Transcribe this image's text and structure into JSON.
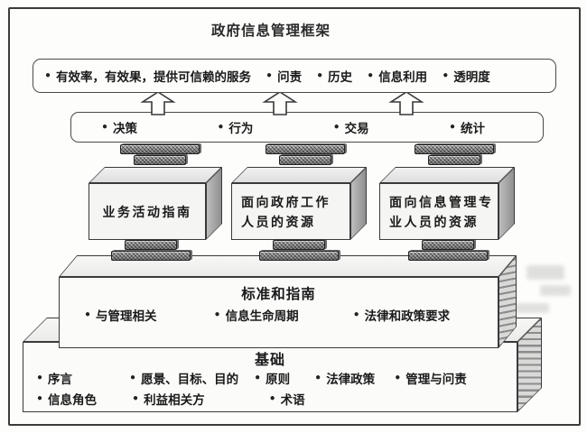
{
  "title": "政府信息管理框架",
  "bullet": "●",
  "outcomes": {
    "items": [
      "有效率，有效果，提供可信赖的服务",
      "问责",
      "历史",
      "信息利用",
      "透明度"
    ]
  },
  "activities": {
    "items": [
      "决策",
      "行为",
      "交易",
      "统计"
    ]
  },
  "boxes": [
    {
      "label": "业务活动指南",
      "lines": [
        "业务活动指南"
      ]
    },
    {
      "label": "面向政府工作人员的资源",
      "lines": [
        "面向政府工作",
        "人员的资源"
      ]
    },
    {
      "label": "面向信息管理专业人员的资源",
      "lines": [
        "面向信息管理专",
        "业人员的资源"
      ]
    }
  ],
  "standards": {
    "title": "标准和指南",
    "items": [
      "与管理相关",
      "信息生命周期",
      "法律和政策要求"
    ]
  },
  "foundation": {
    "title": "基础",
    "row1": [
      "序言",
      "愿景、目标、目的",
      "原则",
      "法律政策",
      "管理与问责"
    ],
    "row2": [
      "信息角色",
      "利益相关方",
      "术语"
    ]
  },
  "colors": {
    "frame_border": "#3b3b3b",
    "text": "#1a1a1a",
    "face_side": "#8f8f8f",
    "connector": "#9a9a9a",
    "paper": "#fdfdfc"
  }
}
